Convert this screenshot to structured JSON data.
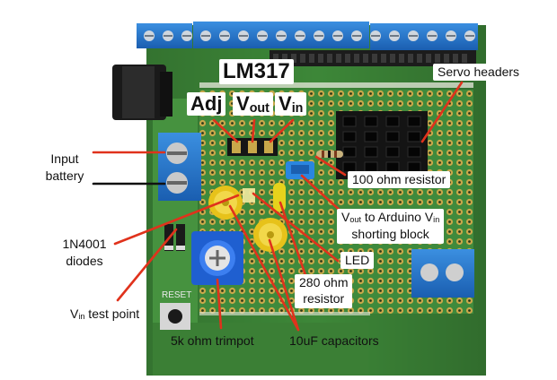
{
  "labels": {
    "lm317": "LM317",
    "adj": "Adj",
    "vout_v": "V",
    "vout_sub": "out",
    "vin_v": "V",
    "vin_sub": "in",
    "servo_headers": "Servo headers",
    "input_battery_1": "Input",
    "input_battery_2": "battery",
    "resistor_100": "100 ohm resistor",
    "vout_to_arduino_v1": "V",
    "vout_to_arduino_sub1": "out",
    "vout_to_arduino_mid": " to Arduino V",
    "vout_to_arduino_sub2": "in",
    "shorting_block": "shorting block",
    "diodes_1": "1N4001",
    "diodes_2": "diodes",
    "led": "LED",
    "resistor_280_1": "280 ohm",
    "resistor_280_2": "resistor",
    "vin_test_v": "V",
    "vin_test_sub": "in",
    "vin_test_rest": " test point",
    "trimpot": "5k ohm trimpot",
    "capacitors": "10uF capacitors"
  },
  "board_marks": {
    "reset": "RESET"
  },
  "colors": {
    "pcb_green": "#3f8a3c",
    "pad_gold": "#c9a84a",
    "terminal_blue": "#1e6fc4",
    "arrow_red": "#e0321c",
    "arrow_black": "#111111",
    "trimpot_blue": "#1f5fd0",
    "capacitor_yellow": "#e7c21a"
  }
}
